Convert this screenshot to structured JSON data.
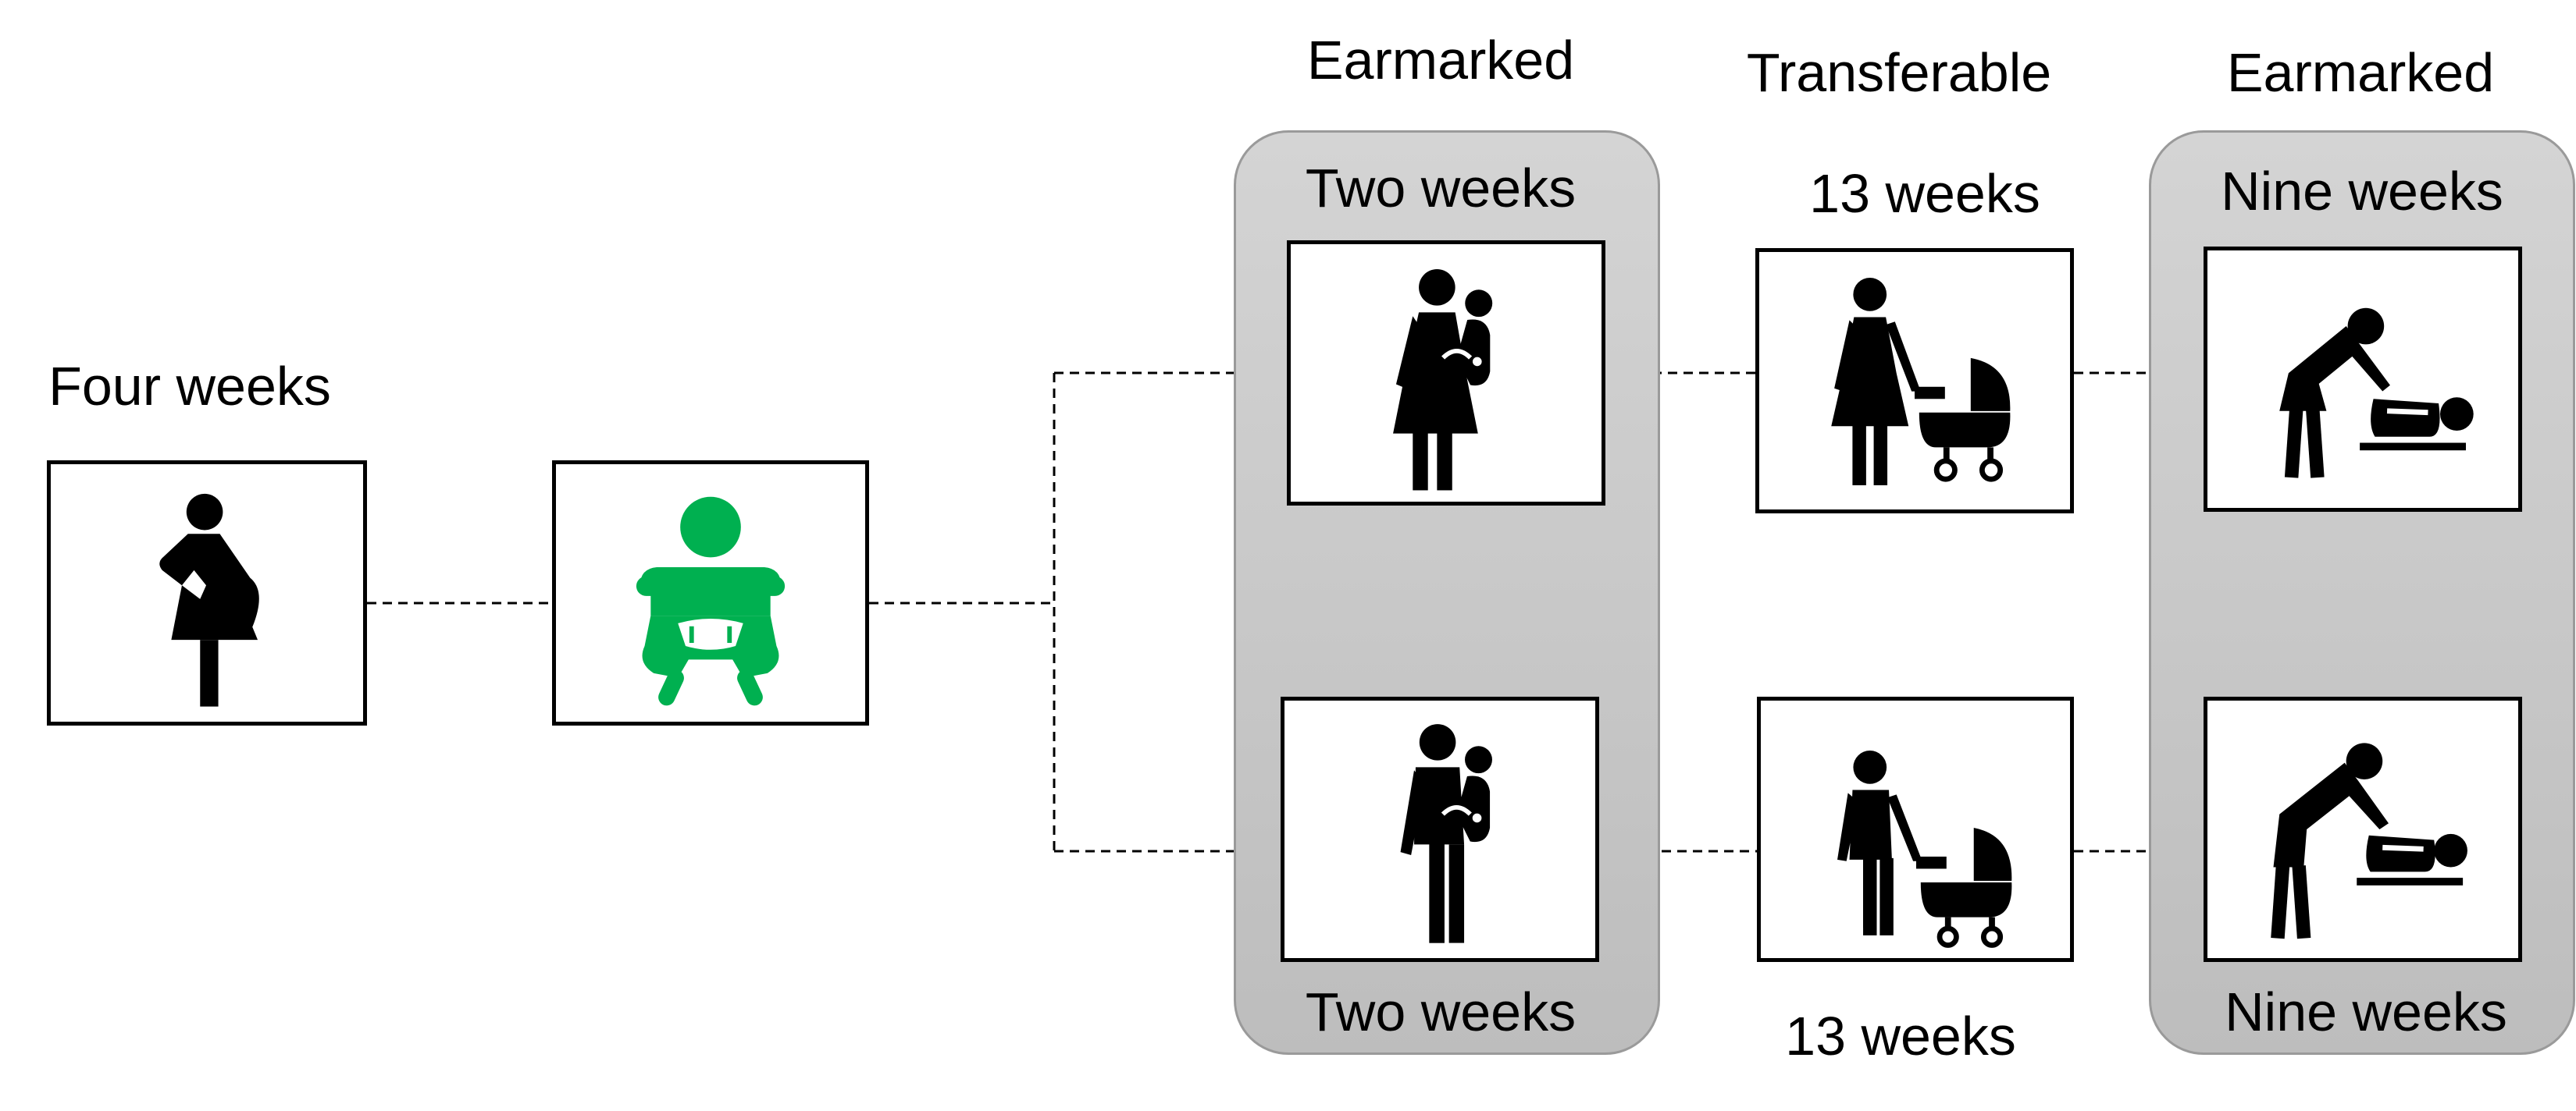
{
  "pregnancy": {
    "label": "Four weeks",
    "icon": "pregnant-woman-icon"
  },
  "birth": {
    "icon": "baby-icon",
    "color": "#00b050"
  },
  "earmarked_first": {
    "header": "Earmarked",
    "top_label": "Two weeks",
    "bottom_label": "Two weeks",
    "top_icon": "mother-holding-baby-icon",
    "bottom_icon": "father-holding-baby-icon"
  },
  "transferable": {
    "header": "Transferable",
    "top_label": "13 weeks",
    "bottom_label": "13 weeks",
    "top_icon": "mother-with-stroller-icon",
    "bottom_icon": "father-with-stroller-icon"
  },
  "earmarked_second": {
    "header": "Earmarked",
    "top_label": "Nine weeks",
    "bottom_label": "Nine weeks",
    "top_icon": "mother-changing-diaper-icon",
    "bottom_icon": "father-changing-diaper-icon"
  }
}
